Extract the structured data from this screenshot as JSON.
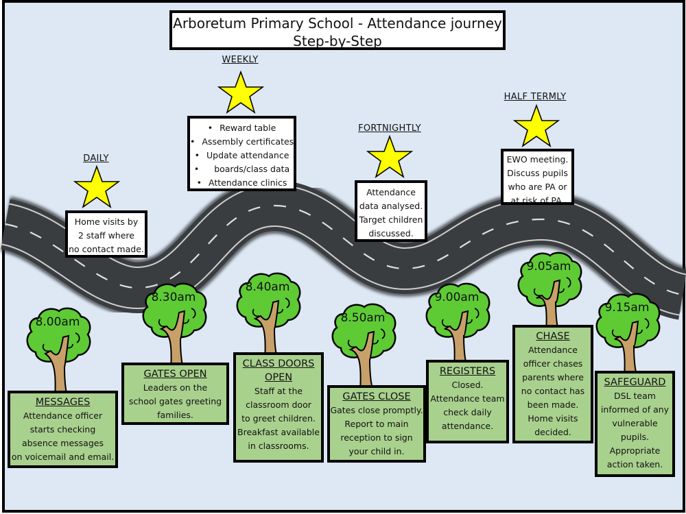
{
  "title": {
    "line1": "Arboretum Primary  School -  Attendance journey",
    "line2": "Step-by-Step"
  },
  "colors": {
    "background": "#dde8f4",
    "road": "#3a3d40",
    "road_marking": "#d9d9d9",
    "star": "#ffff00",
    "tree_canopy": "#5ecb35",
    "tree_trunk": "#c8a06a",
    "step_box": "#a9d18e"
  },
  "milestones": [
    {
      "frequency": "DAILY",
      "icon": "star-icon",
      "lines": [
        "Home visits by",
        "2 staff where",
        "no contact made."
      ]
    },
    {
      "frequency": "WEEKLY",
      "icon": "star-icon",
      "bullets": [
        "Reward table",
        "Assembly certificates",
        "Update attendance",
        "boards/class data",
        "Attendance clinics"
      ]
    },
    {
      "frequency": "FORTNIGHTLY",
      "icon": "star-icon",
      "lines": [
        "Attendance",
        "data analysed.",
        "Target children",
        "discussed."
      ]
    },
    {
      "frequency": "HALF TERMLY",
      "icon": "star-icon",
      "lines": [
        "EWO meeting.",
        "Discuss pupils",
        "who are PA or",
        "at risk of PA."
      ]
    }
  ],
  "steps": [
    {
      "time": "8.00am",
      "icon": "tree-icon",
      "heading": "MESSAGES",
      "lines": [
        "Attendance officer",
        "starts checking",
        "absence messages",
        "on voicemail and email."
      ]
    },
    {
      "time": "8.30am",
      "icon": "tree-icon",
      "heading": "GATES OPEN",
      "lines": [
        "Leaders on the",
        "school gates greeting",
        "families."
      ]
    },
    {
      "time": "8.40am",
      "icon": "tree-icon",
      "heading": "CLASS DOORS",
      "heading2": "OPEN",
      "lines": [
        "Staff at the",
        "classroom door",
        "to greet children.",
        "Breakfast available",
        "in classrooms."
      ]
    },
    {
      "time": "8.50am",
      "icon": "tree-icon",
      "heading": "GATES CLOSE",
      "lines": [
        "Gates close promptly.",
        "Report to main",
        "reception to sign",
        "your child in."
      ]
    },
    {
      "time": "9.00am",
      "icon": "tree-icon",
      "heading": "REGISTERS",
      "lines": [
        "Closed.",
        "Attendance team",
        "check daily",
        "attendance."
      ]
    },
    {
      "time": "9.05am",
      "icon": "tree-icon",
      "heading": "CHASE",
      "lines": [
        "Attendance",
        "officer chases",
        "parents where",
        "no contact has",
        "been made.",
        "Home visits",
        "decided."
      ]
    },
    {
      "time": "9.15am",
      "icon": "tree-icon",
      "heading": "SAFEGUARD",
      "lines": [
        "DSL team",
        "informed of any",
        "vulnerable",
        "pupils.",
        "Appropriate",
        "action taken."
      ]
    }
  ]
}
